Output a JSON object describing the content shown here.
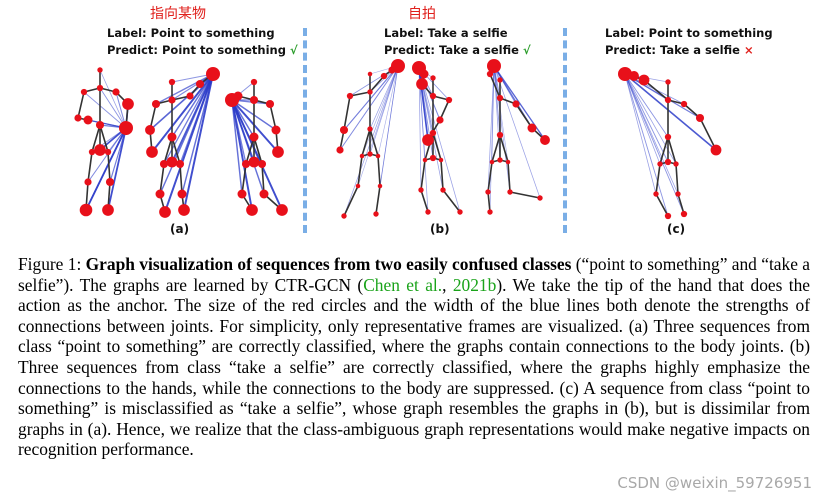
{
  "figure": {
    "annotations": {
      "cn_a": "指向某物",
      "cn_b": "自拍"
    },
    "panel_a": {
      "label_line": "Label: Point to something",
      "predict_line": "Predict: Point to something",
      "mark": "√",
      "sublabel": "(a)"
    },
    "panel_b": {
      "label_line": "Label: Take a selfie",
      "predict_line": "Predict: Take a selfie",
      "mark": "√",
      "sublabel": "(b)"
    },
    "panel_c": {
      "label_line": "Label: Point to something",
      "predict_line": "Predict: Take a selfie",
      "mark": "×",
      "sublabel": "(c)"
    },
    "colors": {
      "joint": "#e8101a",
      "edge": "#2838c8",
      "bone": "#333333",
      "separator": "#7aaee6"
    }
  },
  "caption": {
    "lead": "Figure 1:",
    "title": "Graph visualization of sequences from two easily confused classes",
    "text_1": " (“point to something” and “take a selfie”). The graphs are learned by CTR-GCN (",
    "cite_author": "Chen et al.",
    "cite_sep": ", ",
    "cite_year": "2021b",
    "text_2": "). We take the tip of the hand that does the action as the anchor. The size of the red circles and the width of the blue lines both denote the strengths of connections between joints. For simplicity, only representative frames are visualized. (a) Three sequences from class “point to something” are correctly classified, where the graphs contain connections to the body joints. (b) Three sequences from class “take a selfie” are correctly classified, where the graphs highly emphasize the connections to the hands, while the connections to the body are suppressed. (c) A sequence from class “point to something” is misclassified as “take a selfie”, whose graph resembles the graphs in (b), but is dissimilar from graphs in (a). Hence, we realize that the class-ambiguous graph representations would make negative impacts on recognition performance."
  },
  "watermark": "CSDN @weixin_59726951"
}
